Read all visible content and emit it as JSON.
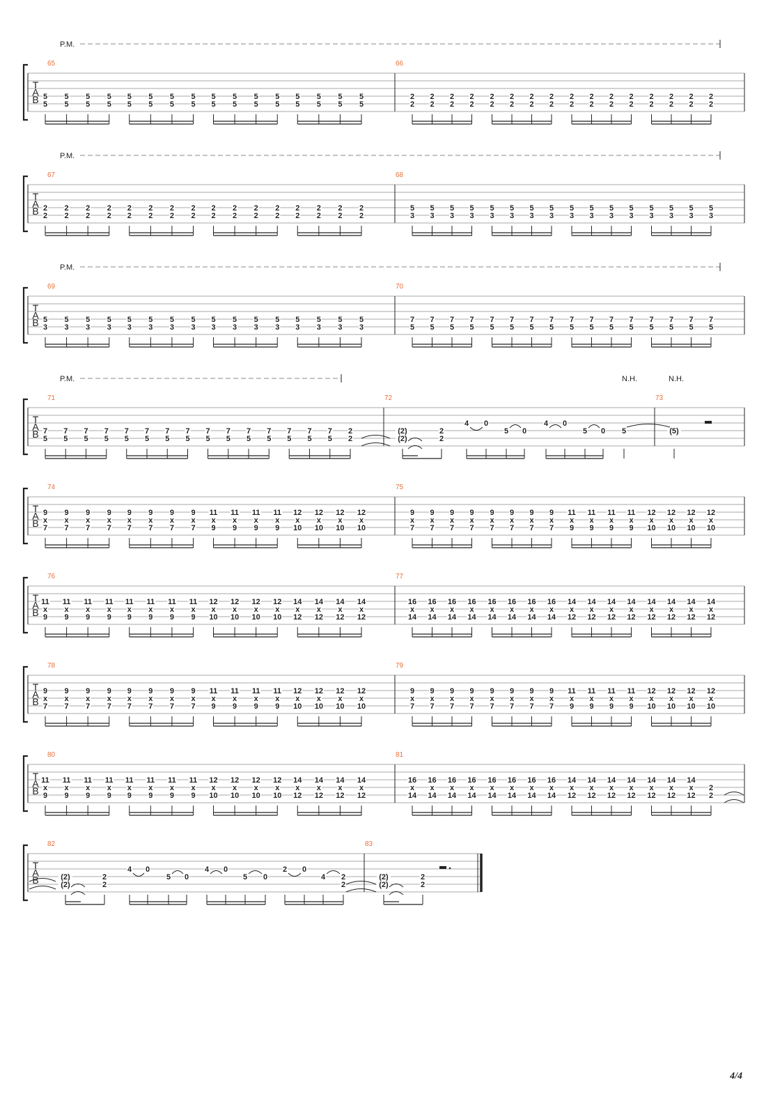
{
  "page": {
    "number": "4/4"
  },
  "tab_letters": [
    "T",
    "A",
    "B"
  ],
  "labels": {
    "pm": "P.M.",
    "nh": "N.H."
  },
  "colors": {
    "measure_number": "#e8703a",
    "ink": "#222222",
    "staff_line": "#aaaaaa"
  },
  "systems": [
    {
      "pm": true,
      "nh": [],
      "measures": [
        {
          "number": "65",
          "events": [
            [
              [
                "5",
                "5"
              ],
              16
            ]
          ]
        },
        {
          "number": "66",
          "events": [
            [
              [
                "2",
                "2"
              ],
              16
            ]
          ]
        }
      ]
    },
    {
      "pm": true,
      "nh": [],
      "measures": [
        {
          "number": "67",
          "events": [
            [
              [
                "2",
                "2"
              ],
              16
            ]
          ]
        },
        {
          "number": "68",
          "events": [
            [
              [
                "5",
                "3"
              ],
              16
            ]
          ]
        }
      ]
    },
    {
      "pm": true,
      "nh": [],
      "measures": [
        {
          "number": "69",
          "events": [
            [
              [
                "5",
                "3"
              ],
              16
            ]
          ]
        },
        {
          "number": "70",
          "events": [
            [
              [
                "7",
                "5"
              ],
              16
            ]
          ]
        }
      ]
    },
    {
      "pm": true,
      "pm_short": true,
      "nh": [
        "N.H.",
        "N.H."
      ],
      "measures": [
        {
          "number": "71",
          "events": [
            [
              [
                "7",
                "5"
              ],
              15
            ],
            [
              [
                "2",
                "2"
              ],
              1
            ]
          ]
        },
        {
          "number": "72",
          "events": [
            [
              [
                "(2)",
                "(2)"
              ],
              1
            ],
            [
              [
                "2",
                "2"
              ],
              1
            ],
            [
              [
                "4"
              ],
              1
            ],
            [
              [
                "0"
              ],
              1
            ],
            [
              [
                "5"
              ],
              1
            ],
            [
              [
                "0"
              ],
              1
            ],
            [
              [
                "4"
              ],
              1
            ],
            [
              [
                "0"
              ],
              1
            ],
            [
              [
                "5"
              ],
              1
            ],
            [
              [
                "0"
              ],
              1
            ],
            [
              [
                "5"
              ],
              1
            ]
          ]
        },
        {
          "number": "73",
          "events": [
            [
              [
                "(5)"
              ],
              1
            ]
          ]
        }
      ]
    },
    {
      "pm": false,
      "nh": [],
      "measures": [
        {
          "number": "74",
          "events": [
            [
              [
                "9",
                "x",
                "7"
              ],
              8
            ],
            [
              [
                "11",
                "x",
                "9"
              ],
              4
            ],
            [
              [
                "12",
                "x",
                "10"
              ],
              4
            ]
          ]
        },
        {
          "number": "75",
          "events": [
            [
              [
                "9",
                "x",
                "7"
              ],
              8
            ],
            [
              [
                "11",
                "x",
                "9"
              ],
              4
            ],
            [
              [
                "12",
                "x",
                "10"
              ],
              4
            ]
          ]
        }
      ]
    },
    {
      "pm": false,
      "nh": [],
      "measures": [
        {
          "number": "76",
          "events": [
            [
              [
                "11",
                "x",
                "9"
              ],
              8
            ],
            [
              [
                "12",
                "x",
                "10"
              ],
              4
            ],
            [
              [
                "14",
                "x",
                "12"
              ],
              4
            ]
          ]
        },
        {
          "number": "77",
          "events": [
            [
              [
                "16",
                "x",
                "14"
              ],
              8
            ],
            [
              [
                "14",
                "x",
                "12"
              ],
              8
            ]
          ]
        }
      ]
    },
    {
      "pm": false,
      "nh": [],
      "measures": [
        {
          "number": "78",
          "events": [
            [
              [
                "9",
                "x",
                "7"
              ],
              8
            ],
            [
              [
                "11",
                "x",
                "9"
              ],
              4
            ],
            [
              [
                "12",
                "x",
                "10"
              ],
              4
            ]
          ]
        },
        {
          "number": "79",
          "events": [
            [
              [
                "9",
                "x",
                "7"
              ],
              8
            ],
            [
              [
                "11",
                "x",
                "9"
              ],
              4
            ],
            [
              [
                "12",
                "x",
                "10"
              ],
              4
            ]
          ]
        }
      ]
    },
    {
      "pm": false,
      "nh": [],
      "measures": [
        {
          "number": "80",
          "events": [
            [
              [
                "11",
                "x",
                "9"
              ],
              8
            ],
            [
              [
                "12",
                "x",
                "10"
              ],
              4
            ],
            [
              [
                "14",
                "x",
                "12"
              ],
              4
            ]
          ]
        },
        {
          "number": "81",
          "events": [
            [
              [
                "16",
                "x",
                "14"
              ],
              8
            ],
            [
              [
                "14",
                "x",
                "12"
              ],
              7
            ],
            [
              [
                "2",
                "2"
              ],
              1
            ]
          ]
        }
      ]
    },
    {
      "pm": false,
      "nh": [],
      "measures": [
        {
          "number": "82",
          "events": [
            [
              [
                "(2)",
                "(2)"
              ],
              1
            ],
            [
              [
                "2",
                "2"
              ],
              1
            ],
            [
              [
                "4"
              ],
              1
            ],
            [
              [
                "0"
              ],
              1
            ],
            [
              [
                "5"
              ],
              1
            ],
            [
              [
                "0"
              ],
              1
            ],
            [
              [
                "4"
              ],
              1
            ],
            [
              [
                "0"
              ],
              1
            ],
            [
              [
                "5"
              ],
              1
            ],
            [
              [
                "0"
              ],
              1
            ],
            [
              [
                "2"
              ],
              1
            ],
            [
              [
                "0"
              ],
              1
            ],
            [
              [
                "4"
              ],
              1
            ],
            [
              [
                "2",
                "2"
              ],
              1
            ]
          ]
        },
        {
          "number": "83",
          "events": [
            [
              [
                "(2)",
                "(2)"
              ],
              1
            ],
            [
              [
                "2",
                "2"
              ],
              1
            ]
          ]
        }
      ]
    }
  ]
}
